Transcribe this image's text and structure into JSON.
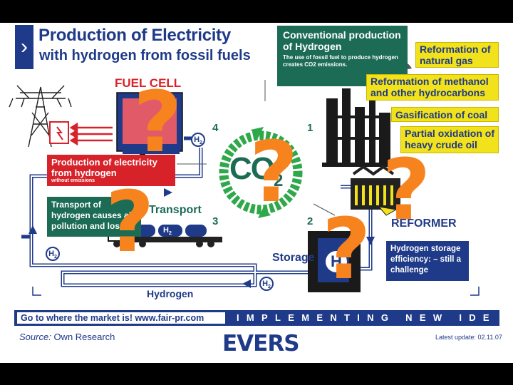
{
  "title": {
    "line1": "Production of Electricity",
    "line2": "with hydrogen from fossil fuels"
  },
  "conventional": {
    "heading": "Conventional production of Hydrogen",
    "note": "The use of fossil fuel to produce hydrogen creates CO2 emissions."
  },
  "methods": [
    "Reformation of natural gas",
    "Reformation of methanol and other hydrocarbons",
    "Gasification of coal",
    "Partial oxidation of heavy crude oil"
  ],
  "labels": {
    "fuel_cell": "FUEL CELL",
    "production_heading": "Production of electricity from hydrogen",
    "production_note": "without emissions",
    "transport_note": "Transport of hydrogen causes air pollution and losses",
    "transport": "Transport",
    "storage": "Storage",
    "reformer": "REFORMER",
    "storage_note": "Hydrogen storage efficiency: – still a challenge",
    "hydrogen": "Hydrogen",
    "co2": "CO",
    "co2_sub": "2",
    "h2": "H",
    "h2_sub": "2",
    "h_tank": "H",
    "num1": "1",
    "num2": "2",
    "num3": "3",
    "num4": "4"
  },
  "footer": {
    "left": "Go to where the market is!   www.fair-pr.com",
    "right": "IMPLEMENTING NEW IDEAS",
    "source_label": "Source:",
    "source_value": "Own Research",
    "update": "Latest update: 02.11.07",
    "logo": "EVERS"
  },
  "overlay": {
    "question_mark": "?"
  },
  "colors": {
    "navy": "#1f3a88",
    "green": "#1c6b55",
    "red": "#d8222a",
    "yellow": "#f2e21b",
    "orange": "#f7831f",
    "cycle_green": "#2ea84a"
  }
}
